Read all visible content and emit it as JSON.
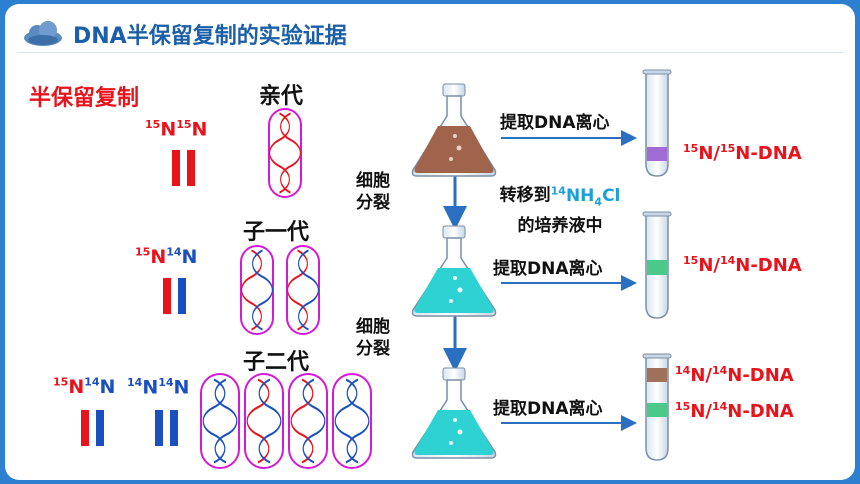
{
  "title": "DNA半保留复制的实验证据",
  "left": {
    "heading": "半保留复制",
    "gen0_label": "亲代",
    "gen1_label": "子一代",
    "gen2_label": "子二代",
    "gen0_iso": {
      "sup1": "15",
      "n1": "N",
      "sup2": "15",
      "n2": "N"
    },
    "gen1_iso": {
      "sup1": "15",
      "n1": "N",
      "sup2": "14",
      "n2": "N"
    },
    "gen2_iso_a": {
      "sup1": "15",
      "n1": "N",
      "sup2": "14",
      "n2": "N"
    },
    "gen2_iso_b": {
      "sup1": "14",
      "n1": "N",
      "sup2": "14",
      "n2": "N"
    }
  },
  "right": {
    "division1": [
      "细胞",
      "分裂"
    ],
    "division2": [
      "细胞",
      "分裂"
    ],
    "extract_label": "提取DNA离心",
    "transfer_line1_prefix": "转移到",
    "transfer_line1_sup": "14",
    "transfer_line1_main": "NH",
    "transfer_line1_sub": "4",
    "transfer_line1_end": "Cl",
    "transfer_line2": "的培养液中",
    "tube1_label": {
      "sup1": "15",
      "n1": "N/",
      "sup2": "15",
      "n2": "N-DNA"
    },
    "tube2_label": {
      "sup1": "15",
      "n1": "N/",
      "sup2": "14",
      "n2": "N-DNA"
    },
    "tube3_label_top": {
      "sup1": "14",
      "n1": "N/",
      "sup2": "14",
      "n2": "N-DNA"
    },
    "tube3_label_bottom": {
      "sup1": "15",
      "n1": "N/",
      "sup2": "14",
      "n2": "N-DNA"
    }
  },
  "colors": {
    "heavy": "#e8131b",
    "light": "#1a4fbf",
    "band_heavy": "#a16bd6",
    "band_mid": "#4cc98a",
    "band_light": "#a0705a",
    "flask_brown": "#a0644c",
    "flask_cyan": "#2fd2d2",
    "arrow": "#2a6fc0"
  }
}
